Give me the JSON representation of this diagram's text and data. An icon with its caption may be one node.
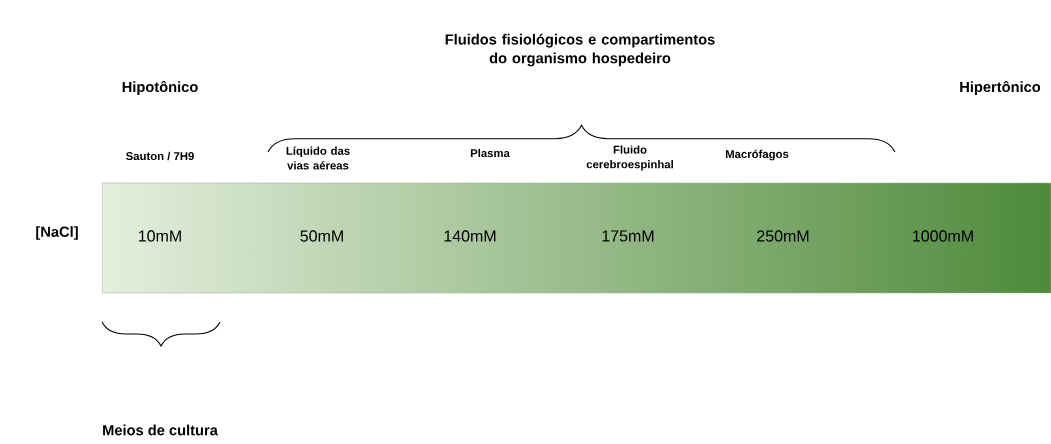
{
  "diagram": {
    "nodes": [
      {
        "text": [
          "10mM",
          "50mM",
          "140mM",
          "175mM",
          "250mM",
          "1000mM"
        ]
      }
    ],
    "labels": [
      "Fluidos fisiológicos e compartimentos do organismo hospedeiro",
      "Hipotônico",
      "Hipertônico",
      "Sauton / 7H9",
      "Líquido das vias aéreas",
      "Plasma",
      "Fluido cerebroespinhal",
      "Macrófagos",
      "[NaCl]",
      "Meios de cultura"
    ]
  }
}
